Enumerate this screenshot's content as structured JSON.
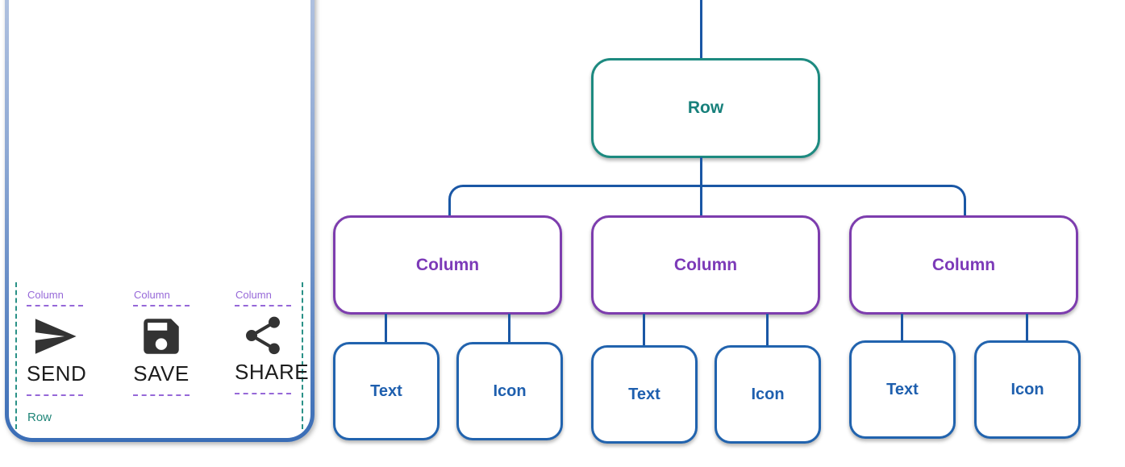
{
  "colors": {
    "teal_text": "#17807b",
    "teal_border": "#1d8a80",
    "teal_dash": "#2a9187",
    "purple_text": "#7c3ab8",
    "purple_border": "#7d3dae",
    "purple_dash": "#9668d8",
    "blue_text": "#1e5fae",
    "blue_border": "#2163ae",
    "connector_blue": "#1a57a5",
    "frame_gradient_top": "#b9c8e3",
    "frame_gradient_bottom": "#3a6db6",
    "icon_dark": "#333333"
  },
  "device_preview": {
    "row_label": "Row",
    "columns": [
      {
        "label": "Column",
        "icon": "send-icon",
        "caption": "SEND"
      },
      {
        "label": "Column",
        "icon": "save-icon",
        "caption": "SAVE"
      },
      {
        "label": "Column",
        "icon": "share-icon",
        "caption": "SHARE"
      }
    ]
  },
  "widget_tree": {
    "root": {
      "label": "Row"
    },
    "columns": [
      {
        "label": "Column",
        "children": [
          {
            "label": "Text"
          },
          {
            "label": "Icon"
          }
        ]
      },
      {
        "label": "Column",
        "children": [
          {
            "label": "Text"
          },
          {
            "label": "Icon"
          }
        ]
      },
      {
        "label": "Column",
        "children": [
          {
            "label": "Text"
          },
          {
            "label": "Icon"
          }
        ]
      }
    ]
  }
}
